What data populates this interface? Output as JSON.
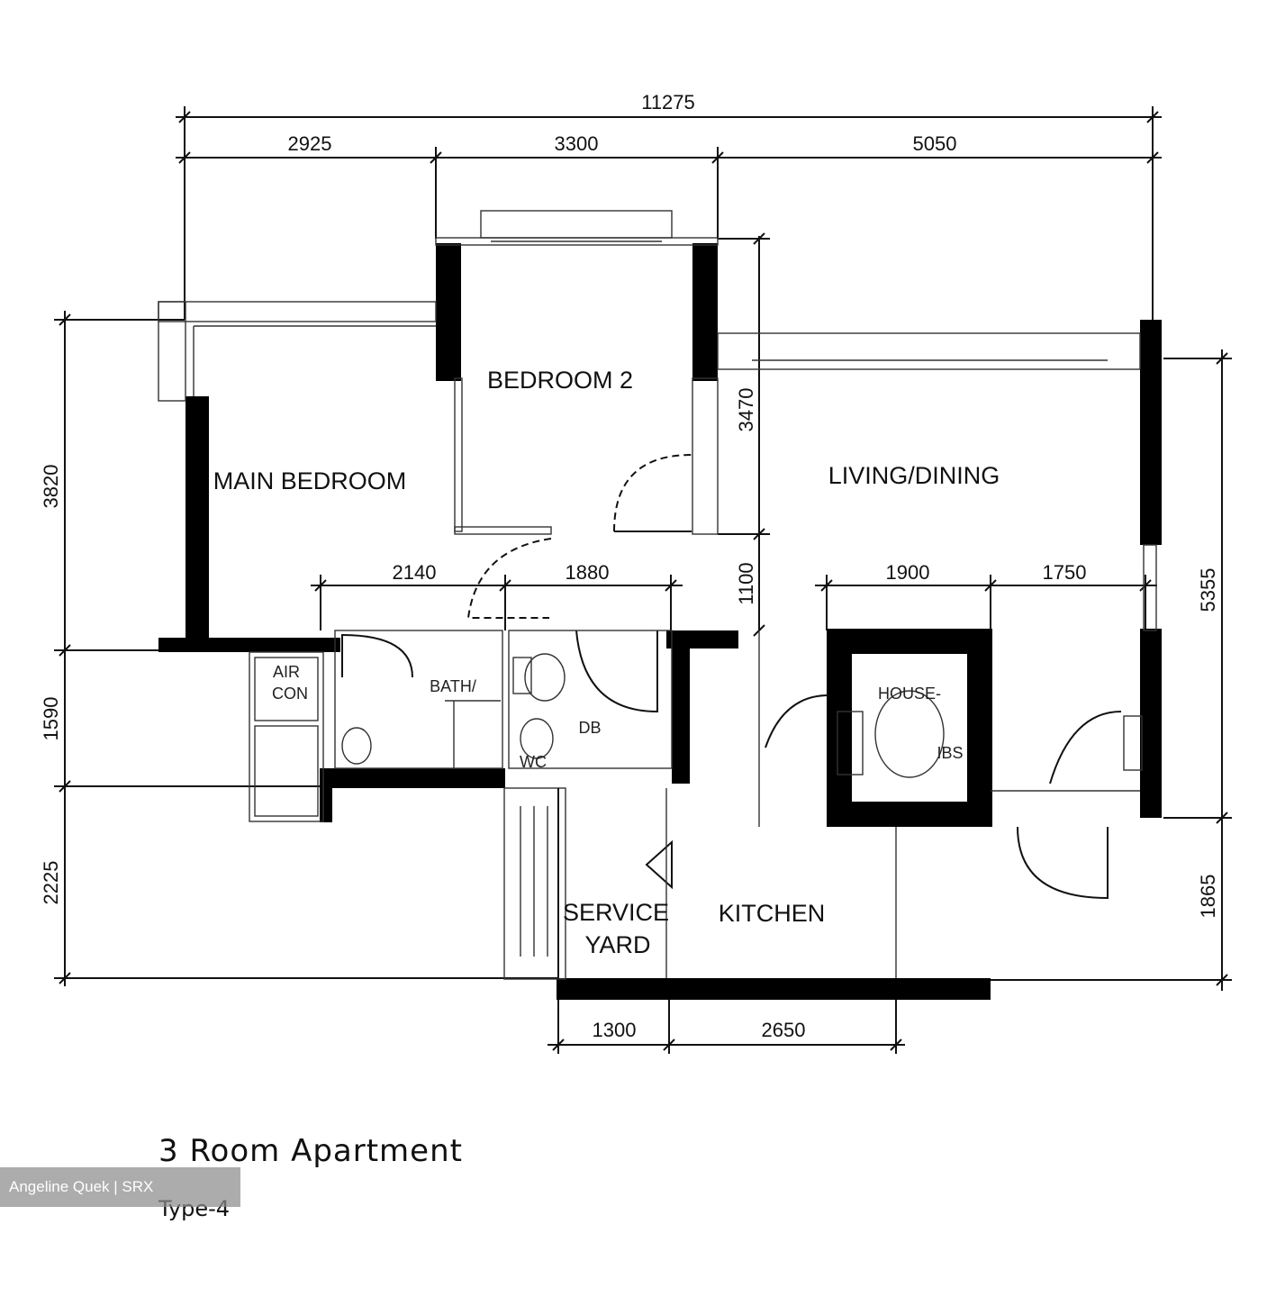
{
  "dimensions": {
    "overall_width": "11275",
    "top_segments": [
      "2925",
      "3300",
      "5050"
    ],
    "left_heights": [
      "3820",
      "1590",
      "2225"
    ],
    "bedroom2_depth": "3470",
    "passage_depth": "1100",
    "right_heights": [
      "5355",
      "1865"
    ],
    "bath_widths": [
      "2140",
      "1880"
    ],
    "store_widths": [
      "1900",
      "1750"
    ],
    "bottom_widths": [
      "1300",
      "2650"
    ]
  },
  "rooms": {
    "main_bedroom": "MAIN BEDROOM",
    "bedroom2": "BEDROOM 2",
    "living_dining": "LIVING/DINING",
    "service_yard_line1": "SERVICE",
    "service_yard_line2": "YARD",
    "kitchen": "KITCHEN",
    "bath_label": "BATH/",
    "wc_label": "WC",
    "aircon_label_1": "AIR",
    "aircon_label_2": "CON",
    "household_shelter_label": "HOUSE-",
    "dc_label": "DB",
    "ib_label": "IBS"
  },
  "caption": {
    "title": "3 Room Apartment",
    "subtitle": "Type-4"
  },
  "watermark": "Angeline Quek | SRX PROPERTY"
}
